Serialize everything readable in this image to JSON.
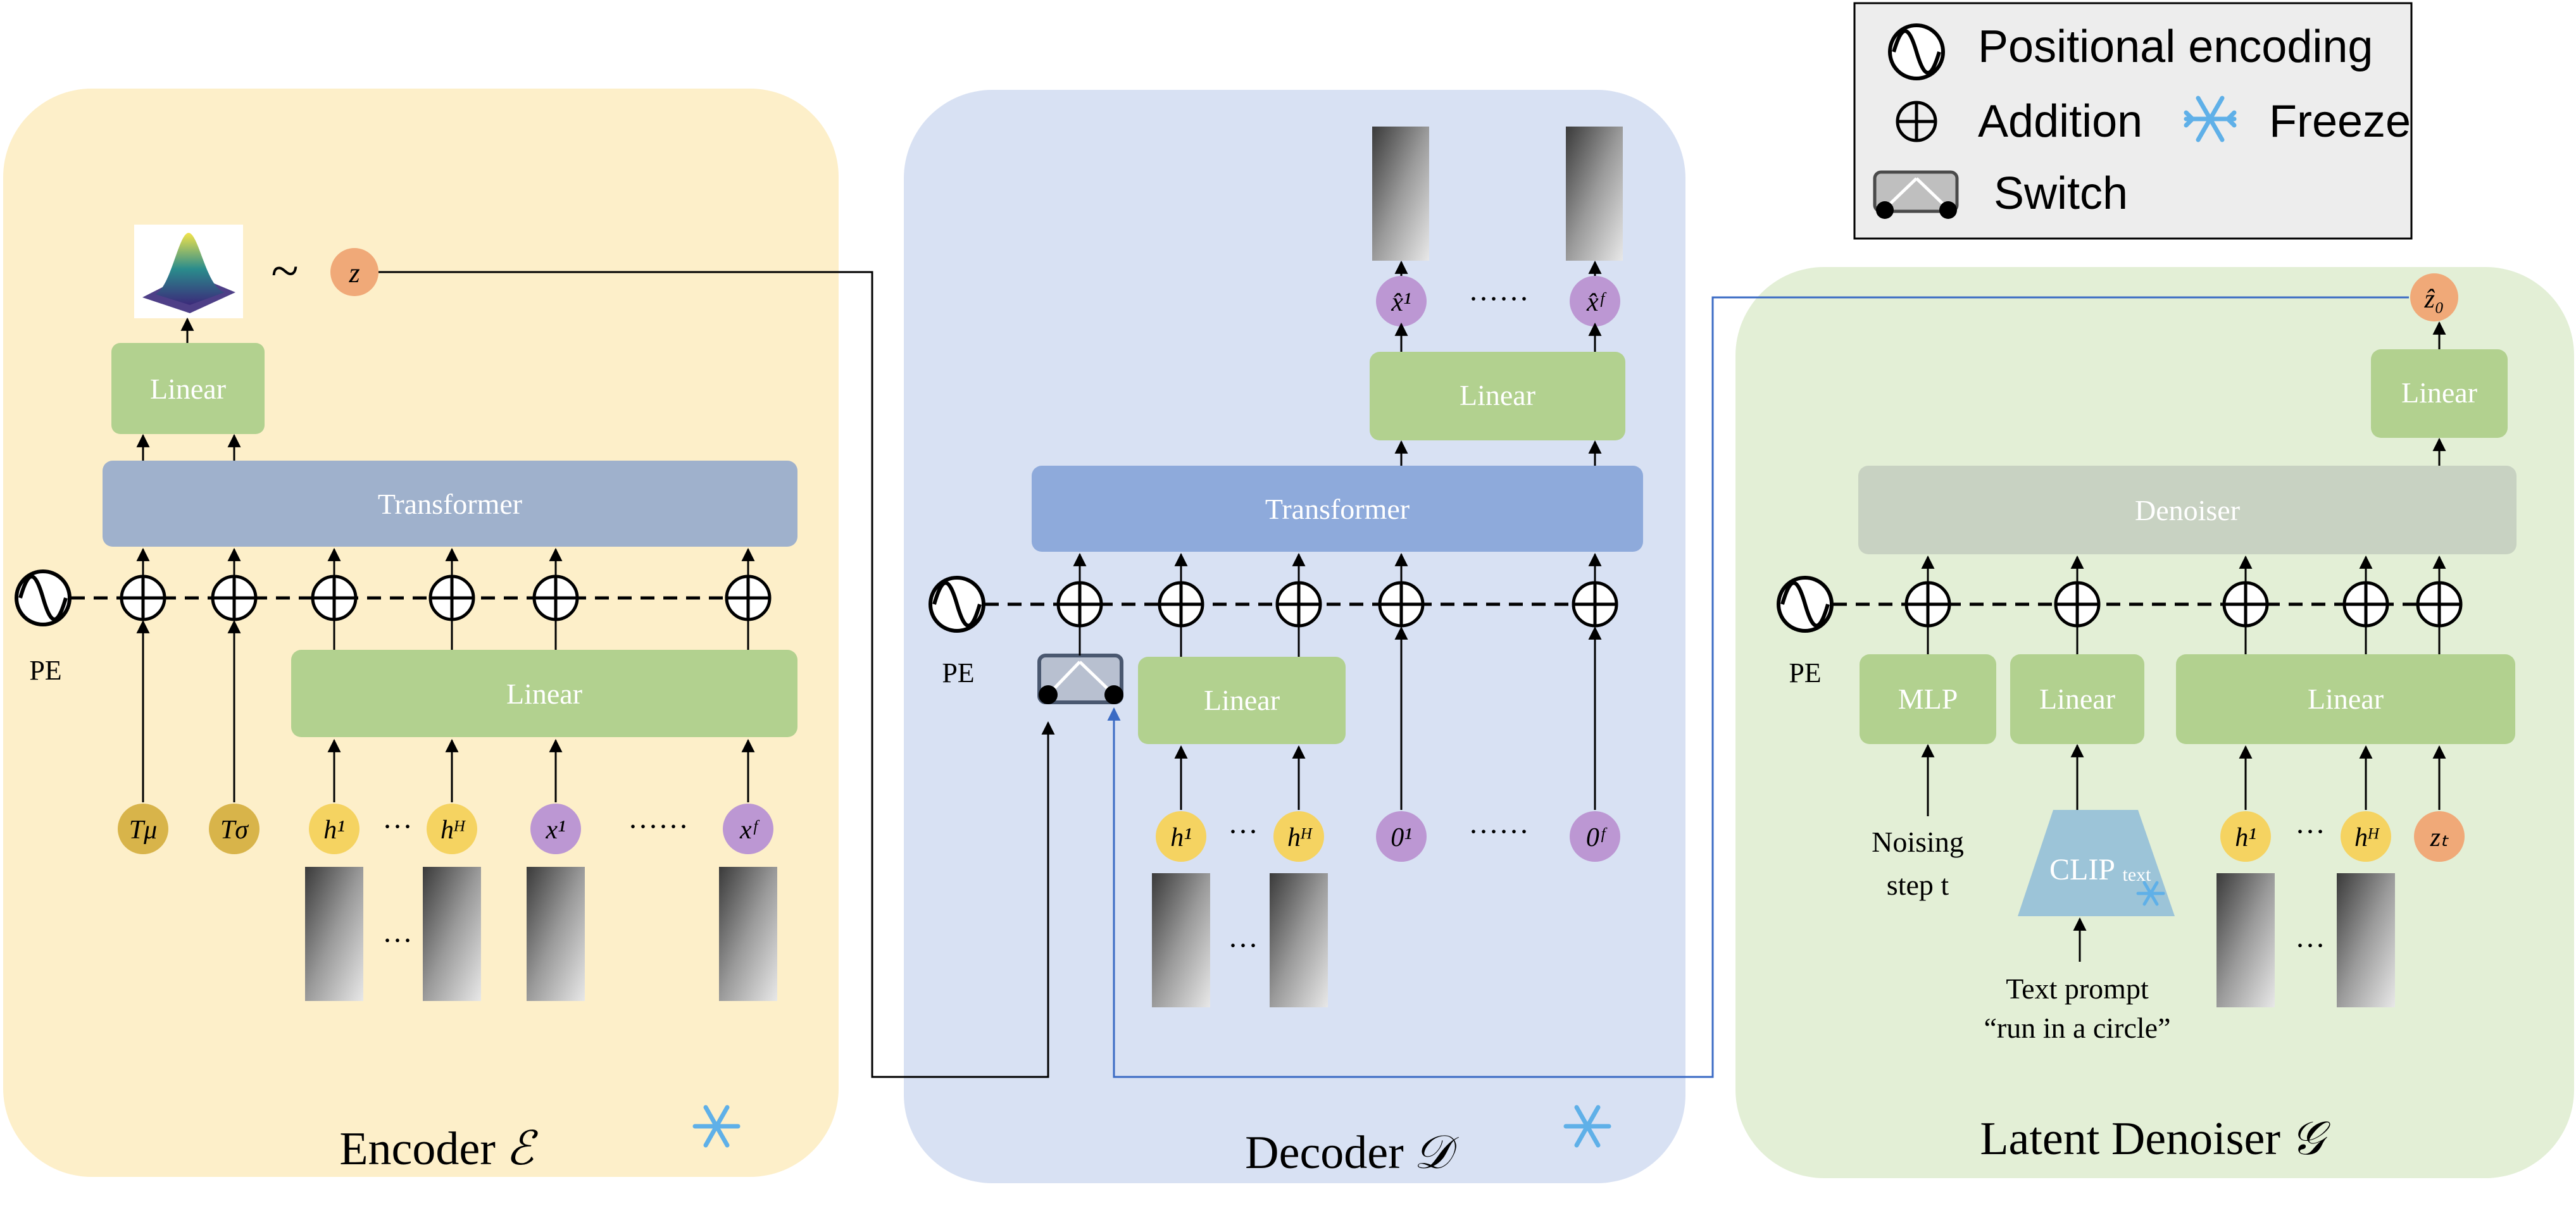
{
  "legend": {
    "positional_encoding": "Positional encoding",
    "addition": "Addition",
    "freeze": "Freeze",
    "switch": "Switch"
  },
  "encoder": {
    "title": "Encoder",
    "symbol": "ℰ",
    "latent": "z",
    "tilde": "~",
    "linear_top": "Linear",
    "transformer": "Transformer",
    "linear_bottom": "Linear",
    "pe": "PE",
    "tokens": [
      "Tμ",
      "Tσ",
      "h¹",
      "hᴴ",
      "x¹",
      "xᶠ"
    ],
    "ellipsis_short": "···",
    "ellipsis_long": "······"
  },
  "decoder": {
    "title": "Decoder",
    "symbol": "𝒟",
    "outputs": [
      "x̂¹",
      "x̂ᶠ"
    ],
    "linear_top": "Linear",
    "transformer": "Transformer",
    "linear_bottom": "Linear",
    "pe": "PE",
    "tokens": [
      "h¹",
      "hᴴ",
      "0¹",
      "0ᶠ"
    ],
    "ellipsis_short": "···",
    "ellipsis_long": "······"
  },
  "denoiser": {
    "title": "Latent Denoiser",
    "symbol": "𝒢",
    "output": "ẑ₀",
    "linear_top": "Linear",
    "denoiser": "Denoiser",
    "pe": "PE",
    "mlp": "MLP",
    "linear_text": "Linear",
    "linear_motion": "Linear",
    "noising_line1": "Noising",
    "noising_line2": "step t",
    "clip": "CLIP",
    "clip_sub": "text",
    "prompt_line1": "Text prompt",
    "prompt_line2": "“run in a circle”",
    "tokens": [
      "h¹",
      "hᴴ",
      "zₜ"
    ],
    "ellipsis_short": "···"
  },
  "colors": {
    "encoder_bg": "#fdefc9",
    "decoder_bg": "#d8e1f3",
    "denoiser_bg": "#e3efd6",
    "linear_green": "#b2d18f",
    "transformer_enc": "#9fb1cc",
    "transformer_dec": "#8eaadb",
    "denoiser_block": "#c8d2c2",
    "token_yellow": "#f5d361",
    "token_gold": "#d8b44a",
    "token_purple": "#bc97d3",
    "token_orange": "#f0a978",
    "clip_blue": "#9cc4d8",
    "switch_blue": "#6f8fc8",
    "legend_bg": "#ededed"
  }
}
